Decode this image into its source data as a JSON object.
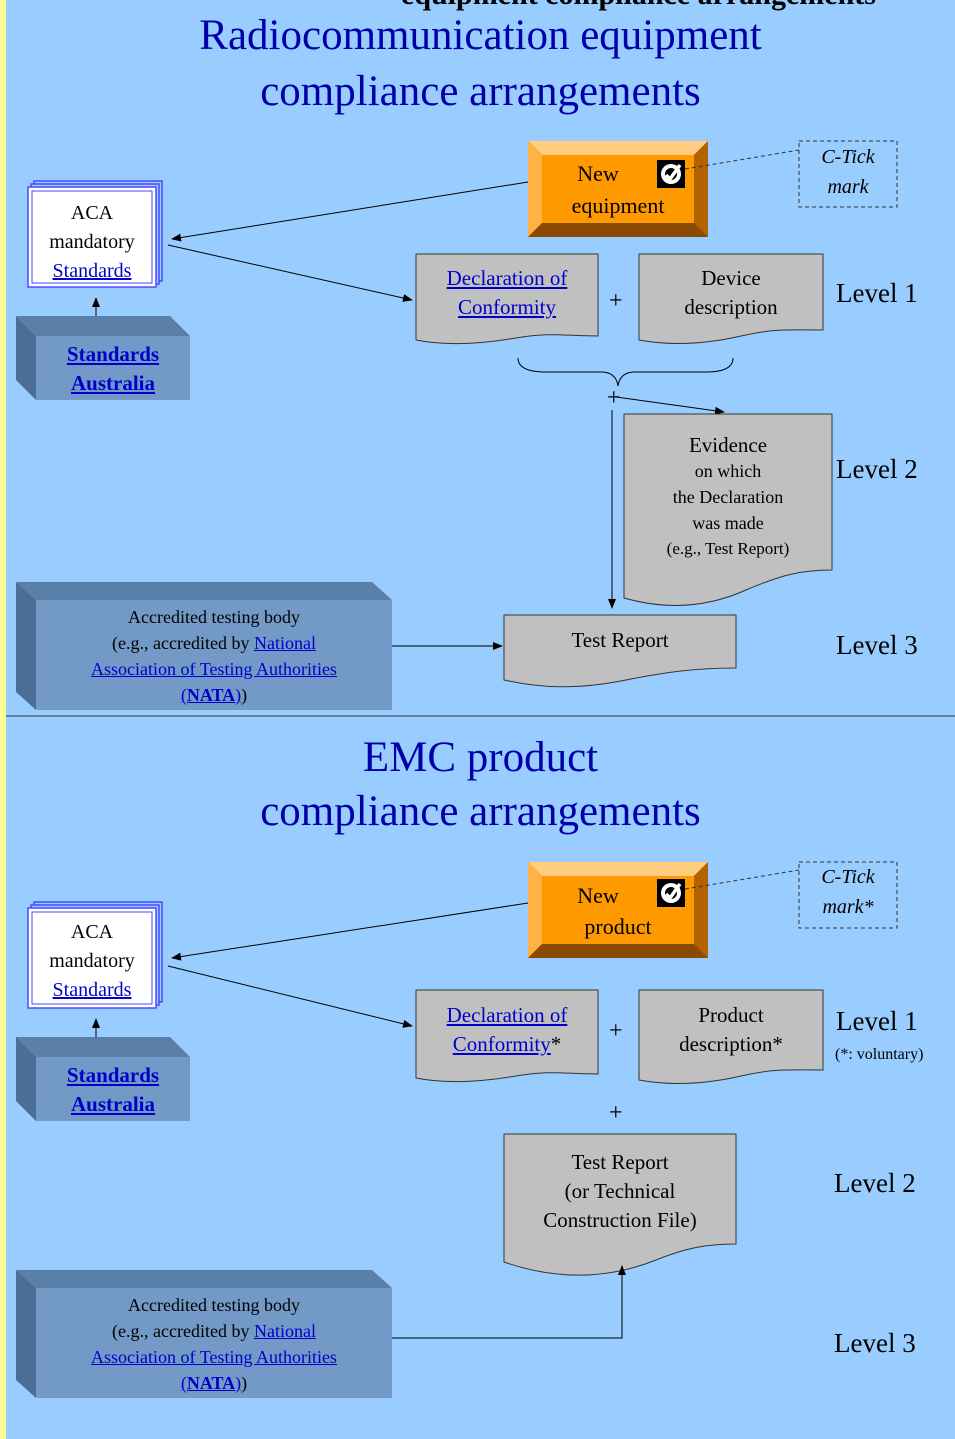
{
  "top_cut_text": "equipment compliance arrangements",
  "section1": {
    "title_line1": "Radiocommunication equipment",
    "title_line2": "compliance arrangements",
    "new_item_line1": "New",
    "new_item_line2": "equipment",
    "ctick_line1": "C-Tick",
    "ctick_line2": "mark",
    "aca_line1": "ACA",
    "aca_line2": "mandatory",
    "aca_link": "Standards",
    "sa_line1": "Standards",
    "sa_line2": "Australia",
    "doc_line1": "Declaration of",
    "doc_line2": "Conformity",
    "plus1": "+",
    "desc_line1": "Device",
    "desc_line2": "description",
    "level1": "Level 1",
    "plus2": "+",
    "evidence_line1": "Evidence",
    "evidence_line2": "on which",
    "evidence_line3": "the Declaration",
    "evidence_line4": "was made",
    "evidence_line5": "(e.g., Test Report)",
    "level2": "Level 2",
    "testing_line1": "Accredited testing body",
    "testing_line2_pre": "(e.g., accredited by ",
    "testing_link1": "National",
    "testing_link2": "Association of Testing Authorities",
    "testing_link3_open": "(",
    "testing_link3_bold": "NATA",
    "testing_link3_close": ")",
    "testing_close": ")",
    "test_report": "Test Report",
    "level3": "Level 3"
  },
  "section2": {
    "title_line1": "EMC product",
    "title_line2": "compliance arrangements",
    "new_item_line1": "New",
    "new_item_line2": "product",
    "ctick_line1": "C-Tick",
    "ctick_line2": "mark*",
    "aca_line1": "ACA",
    "aca_line2": "mandatory",
    "aca_link": "Standards",
    "sa_line1": "Standards",
    "sa_line2": "Australia",
    "doc_line1": "Declaration of",
    "doc_line2": "Conformity",
    "doc_suffix": "*",
    "plus1": "+",
    "desc_line1": "Product",
    "desc_line2": "description*",
    "level1": "Level 1",
    "level1_note": "(*: voluntary)",
    "plus2": "+",
    "report_line1": "Test Report",
    "report_line2": "(or Technical",
    "report_line3": "Construction File)",
    "level2": "Level 2",
    "testing_line1": "Accredited testing body",
    "testing_line2_pre": "(e.g., accredited by ",
    "testing_link1": "National",
    "testing_link2": "Association of Testing Authorities",
    "testing_link3_open": "(",
    "testing_link3_bold": "NATA",
    "testing_link3_close": ")",
    "testing_close": ")",
    "level3": "Level 3"
  },
  "colors": {
    "background": "#99ccff",
    "margin": "#ffff99",
    "title": "#0000aa",
    "orange": "#ff9900",
    "doc_grey": "#c0c0c0",
    "box_blue": "#7399c6",
    "link": "#0000cc"
  },
  "icons": {
    "ctick": "c-tick-mark-icon"
  }
}
